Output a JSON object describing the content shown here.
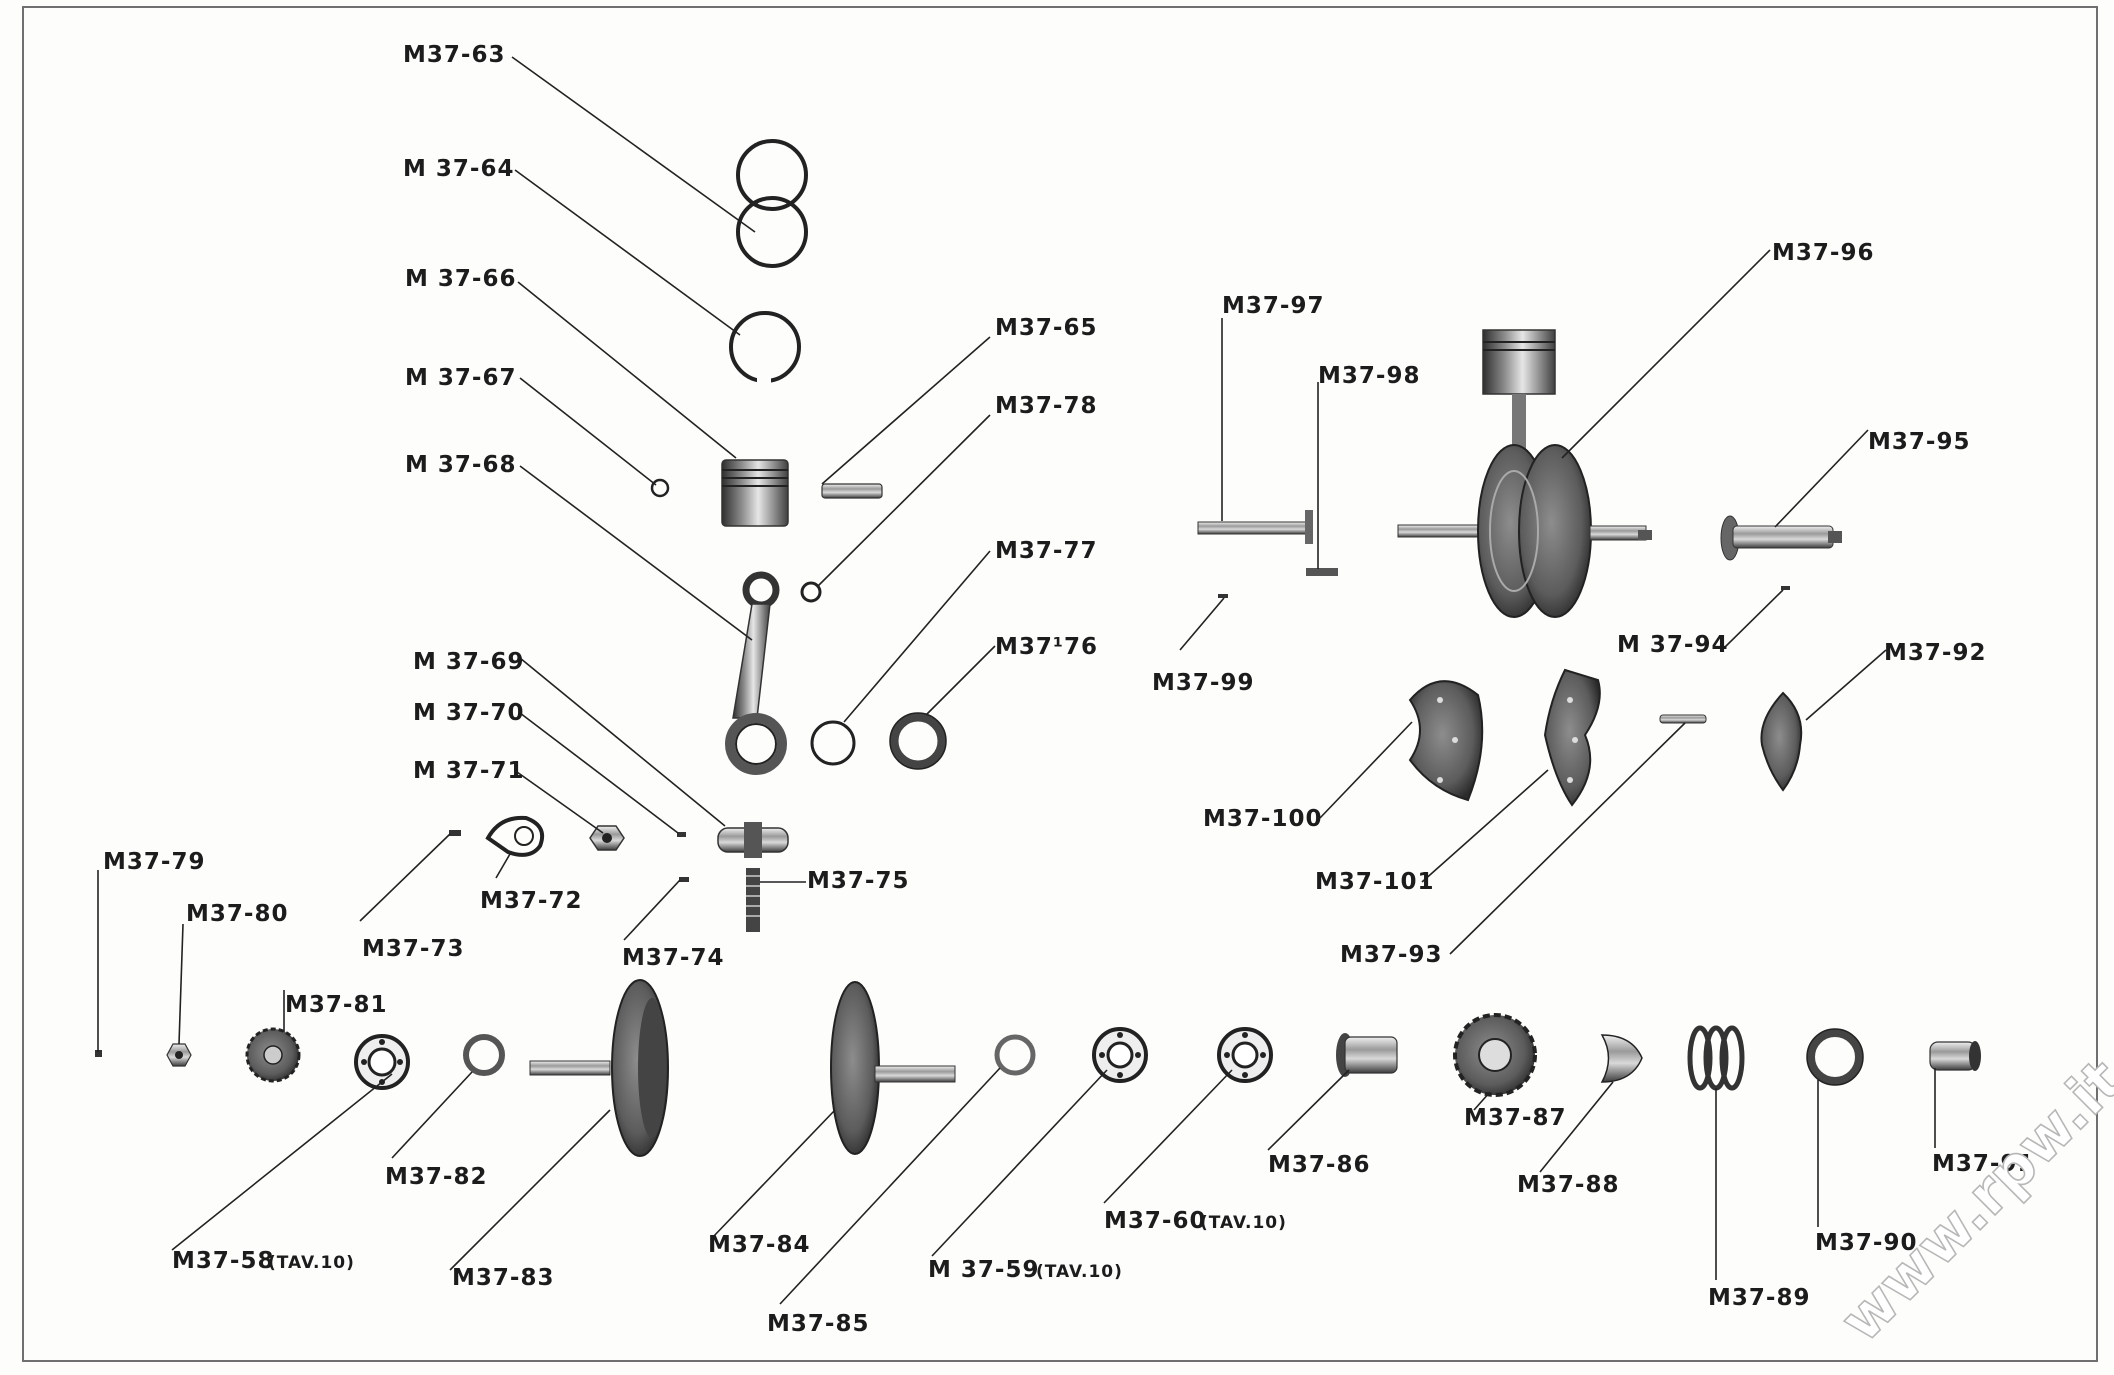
{
  "diagram": {
    "labels": [
      {
        "id": "M37-63",
        "text": "M37-63",
        "sub": ""
      },
      {
        "id": "M37-64",
        "text": "M 37-64",
        "sub": ""
      },
      {
        "id": "M37-66",
        "text": "M 37-66",
        "sub": ""
      },
      {
        "id": "M37-67",
        "text": "M 37-67",
        "sub": ""
      },
      {
        "id": "M37-68",
        "text": "M 37-68",
        "sub": ""
      },
      {
        "id": "M37-65",
        "text": "M37-65",
        "sub": ""
      },
      {
        "id": "M37-78",
        "text": "M37-78",
        "sub": ""
      },
      {
        "id": "M37-77",
        "text": "M37-77",
        "sub": ""
      },
      {
        "id": "M37-76",
        "text": "M37¹76",
        "sub": ""
      },
      {
        "id": "M37-69",
        "text": "M 37-69",
        "sub": ""
      },
      {
        "id": "M37-70",
        "text": "M 37-70",
        "sub": ""
      },
      {
        "id": "M37-71",
        "text": "M 37-71",
        "sub": ""
      },
      {
        "id": "M37-72",
        "text": "M37-72",
        "sub": ""
      },
      {
        "id": "M37-73",
        "text": "M37-73",
        "sub": ""
      },
      {
        "id": "M37-74",
        "text": "M37-74",
        "sub": ""
      },
      {
        "id": "M37-75",
        "text": "M37-75",
        "sub": ""
      },
      {
        "id": "M37-79",
        "text": "M37-79",
        "sub": ""
      },
      {
        "id": "M37-80",
        "text": "M37-80",
        "sub": ""
      },
      {
        "id": "M37-81",
        "text": "M37-81",
        "sub": ""
      },
      {
        "id": "M37-82",
        "text": "M37-82",
        "sub": ""
      },
      {
        "id": "M37-58",
        "text": "M37-58",
        "sub": "(TAV.10)"
      },
      {
        "id": "M37-83",
        "text": "M37-83",
        "sub": ""
      },
      {
        "id": "M37-84",
        "text": "M37-84",
        "sub": ""
      },
      {
        "id": "M37-85",
        "text": "M37-85",
        "sub": ""
      },
      {
        "id": "M37-59",
        "text": "M 37-59",
        "sub": "(TAV.10)"
      },
      {
        "id": "M37-60",
        "text": "M37-60",
        "sub": "(TAV.10)"
      },
      {
        "id": "M37-86",
        "text": "M37-86",
        "sub": ""
      },
      {
        "id": "M37-87",
        "text": "M37-87",
        "sub": ""
      },
      {
        "id": "M37-88",
        "text": "M37-88",
        "sub": ""
      },
      {
        "id": "M37-89",
        "text": "M37-89",
        "sub": ""
      },
      {
        "id": "M37-90",
        "text": "M37-90",
        "sub": ""
      },
      {
        "id": "M37-91",
        "text": "M37-91",
        "sub": ""
      },
      {
        "id": "M37-97",
        "text": "M37-97",
        "sub": ""
      },
      {
        "id": "M37-98",
        "text": "M37-98",
        "sub": ""
      },
      {
        "id": "M37-96",
        "text": "M37-96",
        "sub": ""
      },
      {
        "id": "M37-95",
        "text": "M37-95",
        "sub": ""
      },
      {
        "id": "M37-99",
        "text": "M37-99",
        "sub": ""
      },
      {
        "id": "M37-94",
        "text": "M 37-94",
        "sub": ""
      },
      {
        "id": "M37-92",
        "text": "M37-92",
        "sub": ""
      },
      {
        "id": "M37-100",
        "text": "M37-100",
        "sub": ""
      },
      {
        "id": "M37-101",
        "text": "M37-101",
        "sub": ""
      },
      {
        "id": "M37-93",
        "text": "M37-93",
        "sub": ""
      }
    ],
    "watermark": "www.rpw.it",
    "colors": {
      "ink": "#1c1c1c",
      "metal_dark": "#3a3a3a",
      "metal_mid": "#8a8a8a",
      "metal_light": "#d6d6d6",
      "paper": "#fdfdfb"
    }
  }
}
